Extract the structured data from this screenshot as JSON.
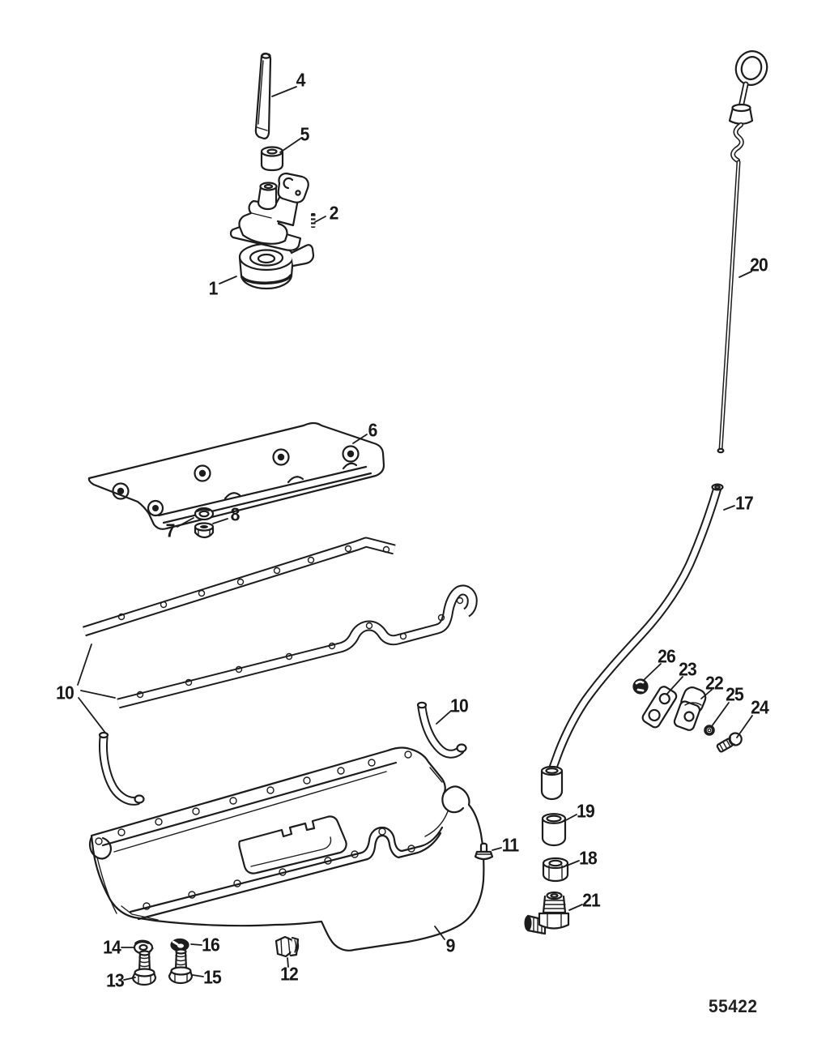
{
  "document": {
    "type": "exploded-parts-diagram",
    "drawing_number": "55422"
  },
  "colors": {
    "ink": "#1c1c1c",
    "paper": "#ffffff"
  },
  "callouts": {
    "c1": "1",
    "c2": "2",
    "c4": "4",
    "c5": "5",
    "c6": "6",
    "c7": "7",
    "c8": "8",
    "c9": "9",
    "c10_left": "10",
    "c10_right": "10",
    "c11": "11",
    "c12": "12",
    "c13": "13",
    "c14": "14",
    "c15": "15",
    "c16": "16",
    "c17": "17",
    "c18": "18",
    "c19": "19",
    "c20": "20",
    "c21": "21",
    "c22": "22",
    "c23": "23",
    "c24": "24",
    "c25": "25",
    "c26": "26"
  }
}
